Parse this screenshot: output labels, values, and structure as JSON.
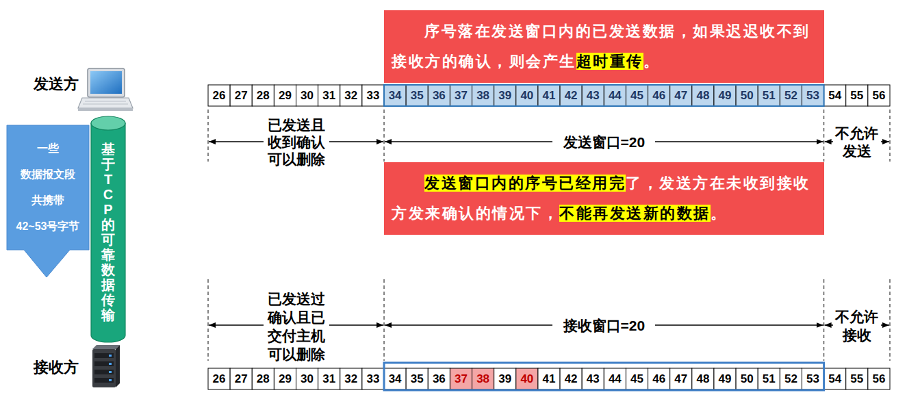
{
  "diagram": {
    "nodes": [
      {
        "text": [
          "序号落在发送窗口内的已发送数据，如果迟迟收不到接收方的确认，则会产生超时重传。"
        ]
      },
      {
        "text": [
          "一些 数据报文段 共携带 42~53号字节"
        ]
      },
      {
        "text": [
          "基于TCP的可靠数据传输"
        ]
      },
      {
        "text": [
          "发送窗口内的序号已经用完了，发送方在未收到接收方发来确认的情况下，不能再发送新的数据。"
        ]
      }
    ],
    "labels": [
      "发送方",
      "26",
      "27",
      "28",
      "29",
      "30",
      "31",
      "32",
      "33",
      "34",
      "35",
      "36",
      "37",
      "38",
      "39",
      "40",
      "41",
      "42",
      "43",
      "44",
      "45",
      "46",
      "47",
      "48",
      "49",
      "50",
      "51",
      "52",
      "53",
      "54",
      "55",
      "56",
      "已发送且 收到确认 可以删除",
      "发送窗口=20",
      "不允许 发送",
      "已发送过 确认且已 交付主机 可以删除",
      "接收窗口=20",
      "不允许 接收",
      "接收方",
      "26",
      "27",
      "28",
      "29",
      "30",
      "31",
      "32",
      "33",
      "34",
      "35",
      "36",
      "37",
      "38",
      "39",
      "40",
      "41",
      "42",
      "43",
      "44",
      "45",
      "46",
      "47",
      "48",
      "49",
      "50",
      "51",
      "52",
      "53",
      "54",
      "55",
      "56"
    ]
  }
}
